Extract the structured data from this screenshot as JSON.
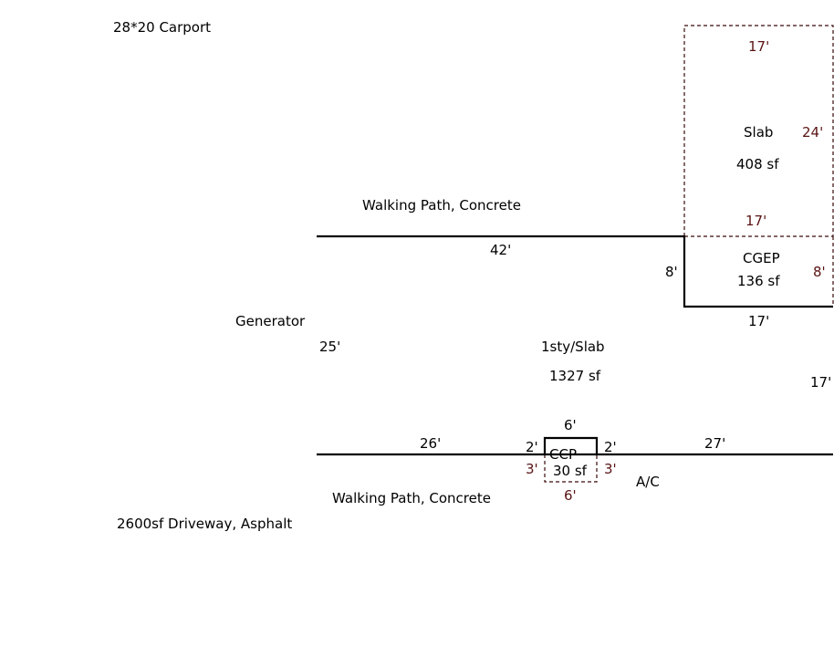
{
  "notes": {
    "carport": "28*20 Carport",
    "driveway": "2600sf Driveway, Asphalt",
    "walking_path_top": "Walking Path, Concrete",
    "walking_path_bottom": "Walking Path, Concrete",
    "generator": "Generator",
    "ac": "A/C"
  },
  "main_house": {
    "label": "1sty/Slab",
    "area": "1327 sf",
    "dims": {
      "top": "42'",
      "left": "25'",
      "bottom_left": "26'",
      "bottom_right": "27'",
      "right": "17'",
      "notch_vertical": "8'",
      "notch_horizontal": "17'",
      "bump_top": "6'",
      "bump_left": "2'",
      "bump_right": "2'"
    }
  },
  "slab": {
    "label": "Slab",
    "area": "408 sf",
    "dims": {
      "top": "17'",
      "right": "24'",
      "bottom": "17'"
    }
  },
  "cgep": {
    "label": "CGEP",
    "area": "136 sf",
    "dims": {
      "right": "8'"
    }
  },
  "ccp": {
    "label": "CCP",
    "area": "30 sf",
    "dims": {
      "left": "3'",
      "right": "3'",
      "bottom": "6'"
    }
  },
  "colors": {
    "solid_line": "#000000",
    "dashed_line": "#3a0a0a",
    "text": "#000000",
    "dim_text_red": "#5a1414"
  }
}
